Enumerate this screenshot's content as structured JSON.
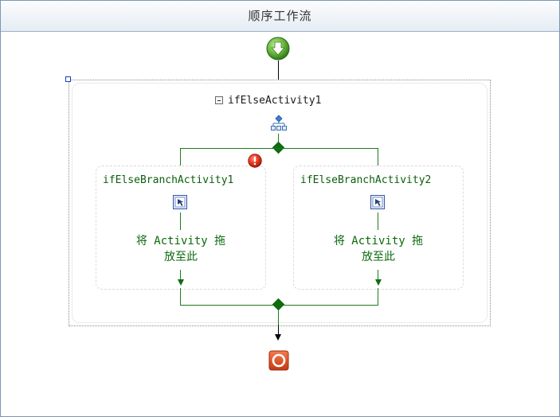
{
  "window": {
    "title": "顺序工作流"
  },
  "ifelse": {
    "name": "ifElseActivity1"
  },
  "branches": [
    {
      "name": "ifElseBranchActivity1",
      "drop_line1": "将 Activity 拖",
      "drop_line2": "放至此",
      "has_error": true
    },
    {
      "name": "ifElseBranchActivity2",
      "drop_line1": "将 Activity 拖",
      "drop_line2": "放至此",
      "has_error": false
    }
  ],
  "icons": {
    "start": "start-arrow-icon",
    "end": "stop-icon",
    "ifelse": "ifelse-activity-icon",
    "branch": "activity-placeholder-icon",
    "error": "error-icon"
  },
  "colors": {
    "connector_green": "#1e7a1e",
    "start_green": "#5fae3a",
    "end_red": "#d64a22",
    "error_red": "#d62d20"
  }
}
